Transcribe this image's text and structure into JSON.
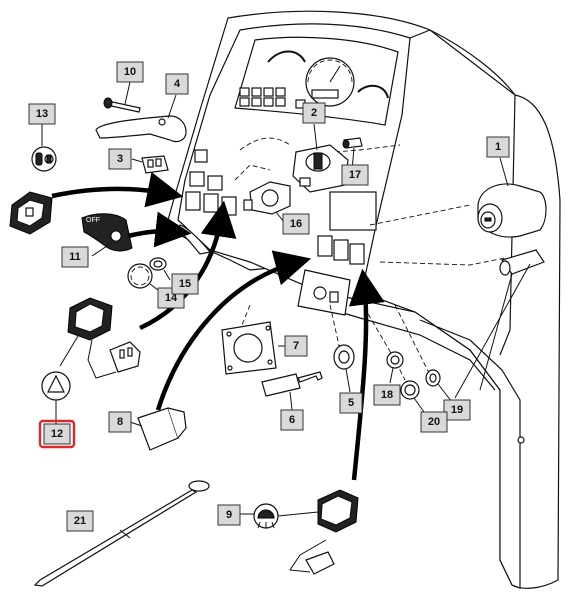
{
  "callouts": {
    "c1": "1",
    "c2": "2",
    "c3": "3",
    "c4": "4",
    "c5": "5",
    "c6": "6",
    "c7": "7",
    "c8": "8",
    "c9": "9",
    "c10": "10",
    "c11": "11",
    "c12": "12",
    "c13": "13",
    "c14": "14",
    "c15": "15",
    "c16": "16",
    "c17": "17",
    "c18": "18",
    "c19": "19",
    "c20": "20",
    "c21": "21"
  },
  "selected_callout": "12",
  "highlight_color": "#e0282a",
  "icons": [
    "warning-triangle-icon",
    "work-light-icon",
    "headlight-icon",
    "gauge-icon",
    "key-icon"
  ],
  "switch_text": {
    "off_label": "OFF"
  }
}
